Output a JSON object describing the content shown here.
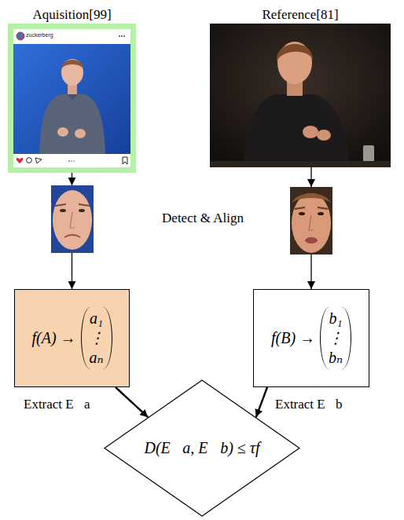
{
  "diagram": {
    "nodes": [
      {
        "text": [
          "Aquisition[99]"
        ]
      },
      {
        "text": [
          "Reference[81]"
        ]
      },
      {
        "text": [
          "f(A) →",
          "a₁ ⋮ aₙ"
        ]
      },
      {
        "text": [
          "f(B) →",
          "b₁ ⋮ bₙ"
        ]
      },
      {
        "text": [
          "D(E⃗a, E⃗b) ≤ τf"
        ]
      }
    ],
    "edges": [
      {
        "from": 0,
        "to": 2,
        "arrow": "to"
      },
      {
        "from": 1,
        "to": 3,
        "arrow": "to"
      },
      {
        "from": 2,
        "to": 4,
        "arrow": "to"
      },
      {
        "from": 3,
        "to": 4,
        "arrow": "to"
      }
    ],
    "labels": [
      "zuckerberg",
      "Detect & Align",
      "Extract E⃗a",
      "Extract E⃗b"
    ]
  }
}
